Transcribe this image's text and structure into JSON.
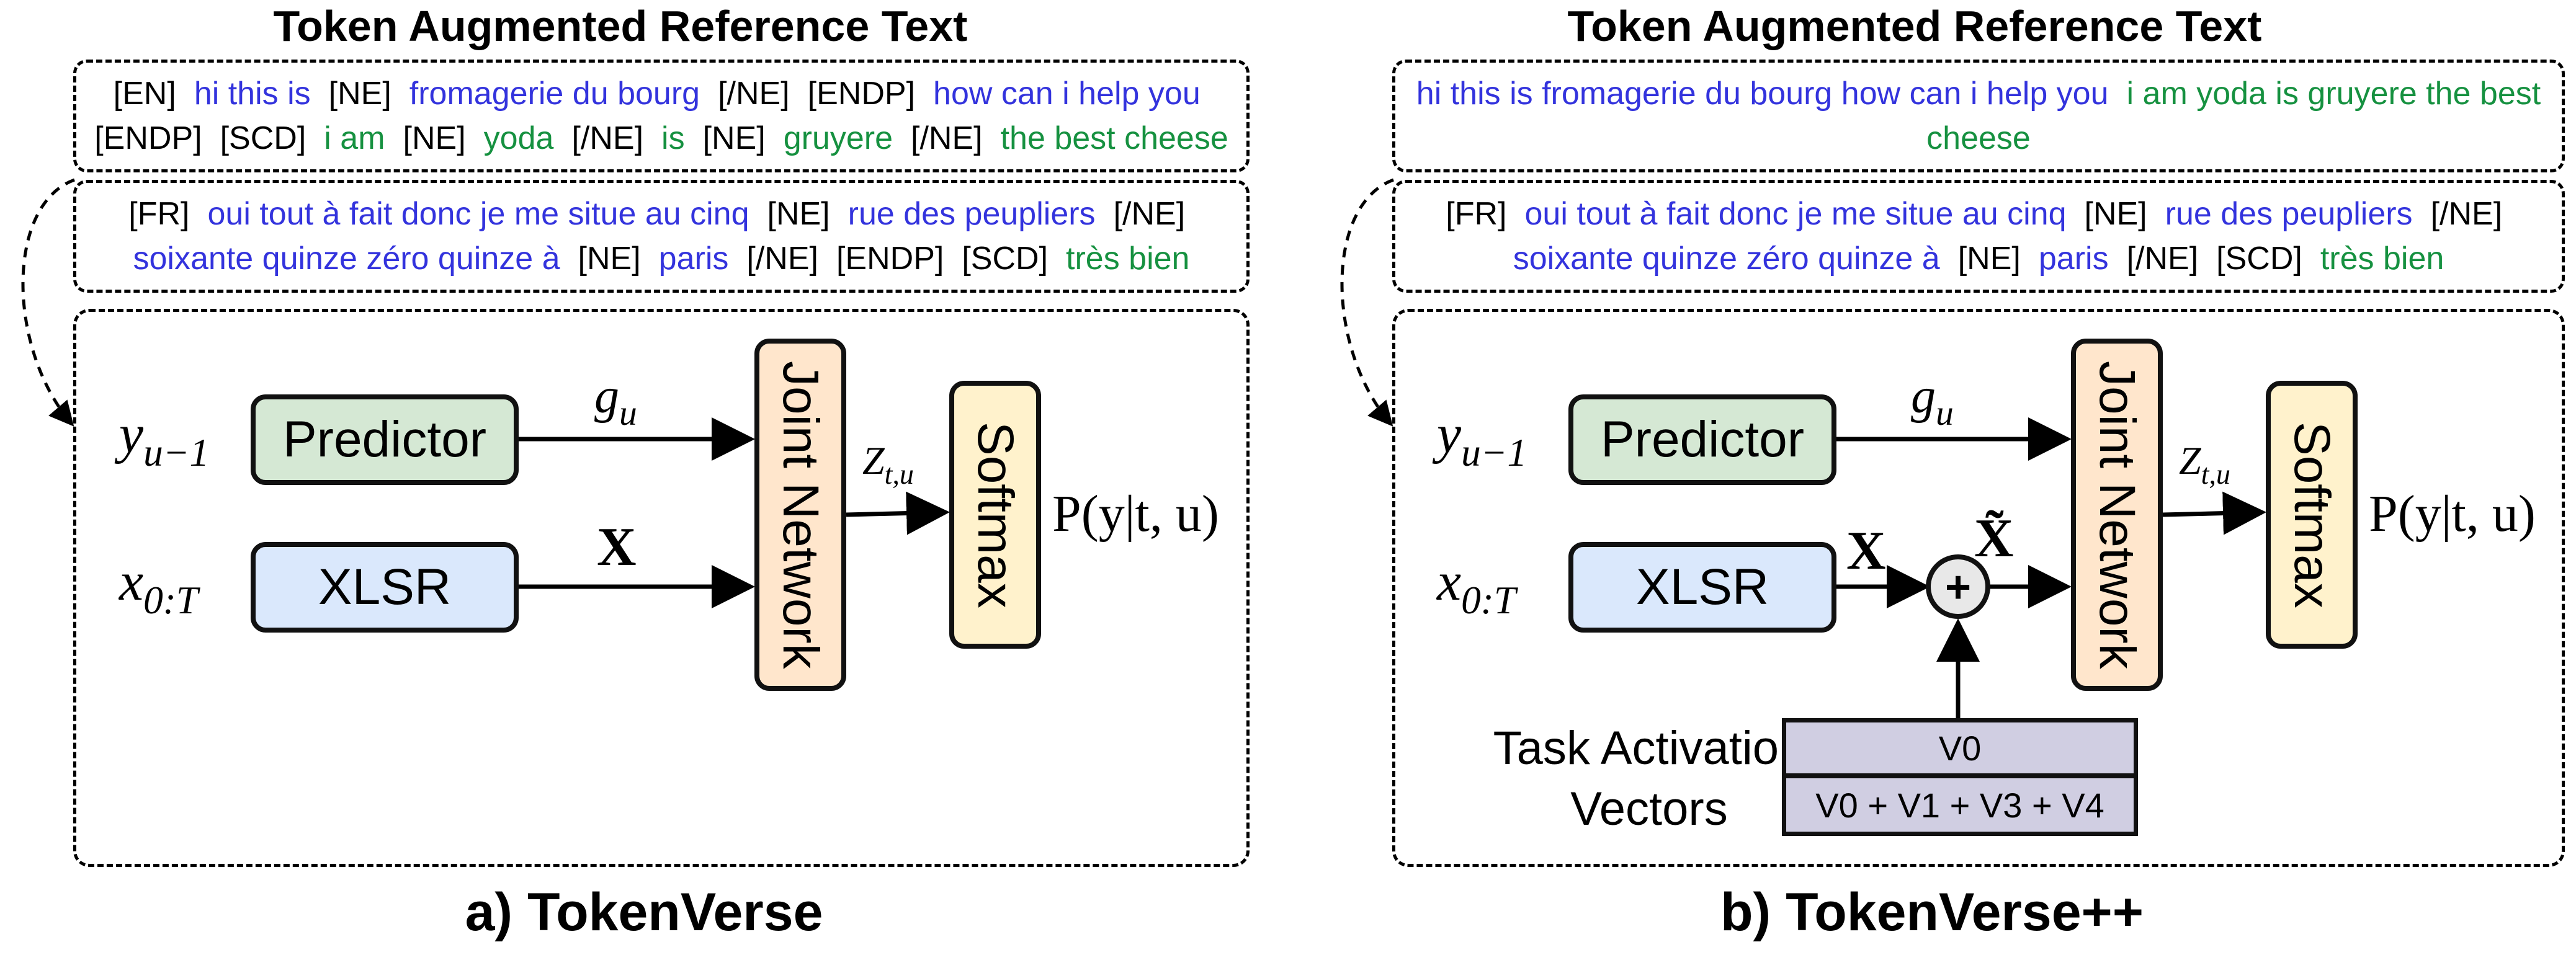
{
  "panel_a": {
    "title": "Token Augmented Reference Text",
    "text_box_1": [
      {
        "t": "[EN]",
        "c": "tag"
      },
      {
        "t": "hi this is",
        "c": "blue"
      },
      {
        "t": "[NE]",
        "c": "tag"
      },
      {
        "t": "fromagerie du bourg",
        "c": "blue"
      },
      {
        "t": "[/NE]",
        "c": "tag"
      },
      {
        "t": "[ENDP]",
        "c": "tag"
      },
      {
        "t": "how can i help you",
        "c": "blue"
      },
      {
        "t": "[ENDP]",
        "c": "tag"
      },
      {
        "t": "[SCD]",
        "c": "tag"
      },
      {
        "t": "i am",
        "c": "green"
      },
      {
        "t": "[NE]",
        "c": "tag"
      },
      {
        "t": "yoda",
        "c": "green"
      },
      {
        "t": "[/NE]",
        "c": "tag"
      },
      {
        "t": "is",
        "c": "green"
      },
      {
        "t": "[NE]",
        "c": "tag"
      },
      {
        "t": "gruyere",
        "c": "green"
      },
      {
        "t": "[/NE]",
        "c": "tag"
      },
      {
        "t": "the best cheese",
        "c": "green"
      }
    ],
    "text_box_2": [
      {
        "t": "[FR]",
        "c": "tag"
      },
      {
        "t": "oui tout à fait donc je me situe au cinq",
        "c": "blue"
      },
      {
        "t": "[NE]",
        "c": "tag"
      },
      {
        "t": "rue des peupliers",
        "c": "blue"
      },
      {
        "t": "[/NE]",
        "c": "tag"
      },
      {
        "t": "soixante quinze zéro quinze à",
        "c": "blue"
      },
      {
        "t": "[NE]",
        "c": "tag"
      },
      {
        "t": "paris",
        "c": "blue"
      },
      {
        "t": "[/NE]",
        "c": "tag"
      },
      {
        "t": "[ENDP]",
        "c": "tag"
      },
      {
        "t": "[SCD]",
        "c": "tag"
      },
      {
        "t": "très bien",
        "c": "green"
      }
    ],
    "predictor_label": "Predictor",
    "xlsr_label": "XLSR",
    "joint_label": "Joint Network",
    "softmax_label": "Softmax",
    "input_y": "y",
    "input_y_sub": "u−1",
    "input_x": "x",
    "input_x_sub": "0:T",
    "g_label": "g",
    "g_sub": "u",
    "X_label": "X",
    "z_label": "Z",
    "z_sub": "t,u",
    "output_label": "P(y|t, u)",
    "caption": "a) TokenVerse"
  },
  "panel_b": {
    "title": "Token Augmented Reference Text",
    "text_box_1": [
      {
        "t": "hi this is fromagerie du bourg how can i help you",
        "c": "blue"
      },
      {
        "t": "i am yoda is gruyere the best cheese",
        "c": "green"
      }
    ],
    "text_box_2": [
      {
        "t": "[FR]",
        "c": "tag"
      },
      {
        "t": "oui tout à fait donc je me situe au cinq",
        "c": "blue"
      },
      {
        "t": "[NE]",
        "c": "tag"
      },
      {
        "t": "rue des peupliers",
        "c": "blue"
      },
      {
        "t": "[/NE]",
        "c": "tag"
      },
      {
        "t": "soixante quinze zéro quinze à",
        "c": "blue"
      },
      {
        "t": "[NE]",
        "c": "tag"
      },
      {
        "t": "paris",
        "c": "blue"
      },
      {
        "t": "[/NE]",
        "c": "tag"
      },
      {
        "t": "[SCD]",
        "c": "tag"
      },
      {
        "t": "très bien",
        "c": "green"
      }
    ],
    "predictor_label": "Predictor",
    "xlsr_label": "XLSR",
    "joint_label": "Joint Network",
    "softmax_label": "Softmax",
    "input_y": "y",
    "input_y_sub": "u−1",
    "input_x": "x",
    "input_x_sub": "0:T",
    "g_label": "g",
    "g_sub": "u",
    "X_label": "X",
    "X_tilde_label": "X̃",
    "plus_symbol": "+",
    "z_label": "Z",
    "z_sub": "t,u",
    "output_label": "P(y|t, u)",
    "tav_label": "Task Activation Vectors",
    "vec_row_1": "V0",
    "vec_row_2": "V0 + V1 + V3 + V4",
    "caption": "b) TokenVerse++"
  },
  "colors": {
    "tag": "#000000",
    "english_text": "#3333dd",
    "second_speaker_text": "#169140",
    "predictor": "#d5e8d4",
    "xlsr": "#dae8fc",
    "joint_network": "#ffe6cc",
    "softmax": "#fff2cc",
    "task_vectors": "#d0cee2"
  }
}
